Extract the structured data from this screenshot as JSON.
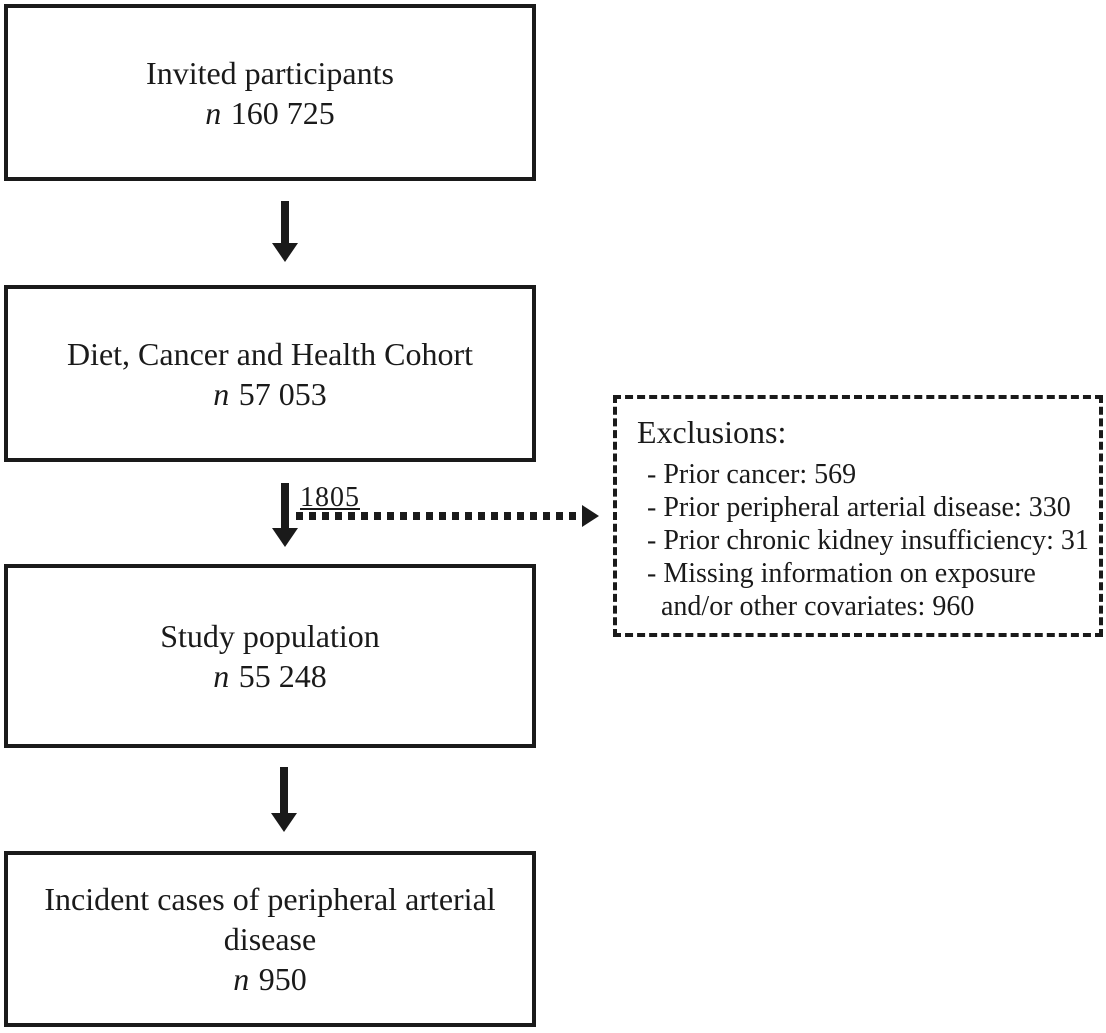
{
  "flow": {
    "boxes": [
      {
        "label": "Invited participants",
        "n_label": "n",
        "n_value": "160 725"
      },
      {
        "label": "Diet, Cancer and Health Cohort",
        "n_label": "n",
        "n_value": "57 053"
      },
      {
        "label": "Study population",
        "n_label": "n",
        "n_value": "55 248"
      },
      {
        "label": "Incident cases of peripheral arterial disease",
        "n_label": "n",
        "n_value": "950"
      }
    ],
    "excluded_count_label": "1805",
    "exclusions": {
      "title": "Exclusions:",
      "lines": [
        "- Prior cancer: 569",
        "- Prior peripheral arterial disease: 330",
        "- Prior chronic kidney insufficiency: 31",
        "- Missing information on exposure",
        "and/or other covariates: 960"
      ]
    },
    "colors": {
      "ink": "#1a1a1a",
      "background": "#ffffff"
    }
  }
}
